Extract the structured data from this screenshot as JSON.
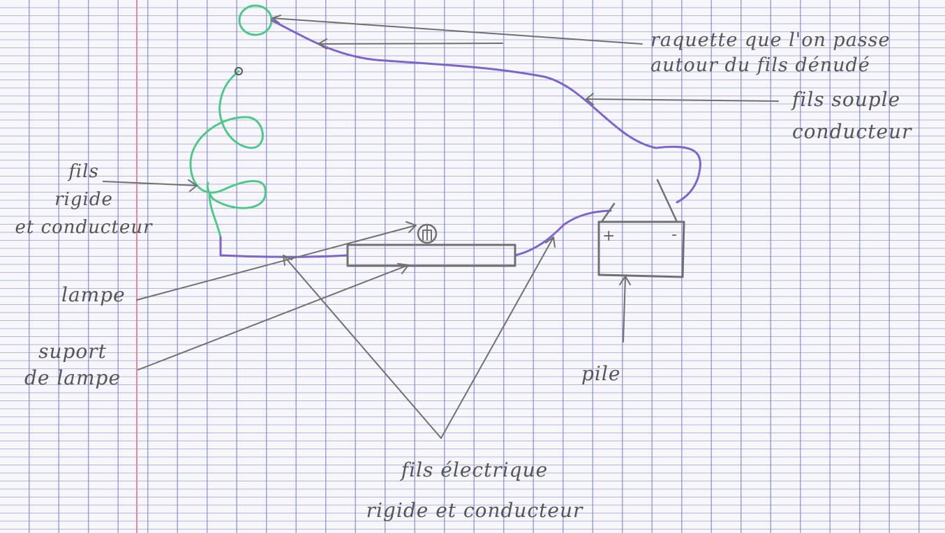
{
  "colors": {
    "pencil": "#707070",
    "rigid_wire": "#4fc98a",
    "flexible_wire": "#7d66c8",
    "ink": "#555555",
    "margin": "#e28a9a",
    "grid": "#6e73cd"
  },
  "labels": {
    "loop": [
      "raquette que l'on passe",
      "autour du fils dénudé"
    ],
    "flexible_wire": [
      "fils souple",
      "conducteur"
    ],
    "rigid_wire": [
      "fils",
      "rigide",
      "et conducteur"
    ],
    "lamp": "lampe",
    "lamp_holder": [
      "suport",
      "de lampe"
    ],
    "battery": "pile",
    "electric_wire": [
      "fils électrique",
      "rigide et conducteur"
    ]
  },
  "battery_signs": {
    "plus": "+",
    "minus": "-"
  }
}
